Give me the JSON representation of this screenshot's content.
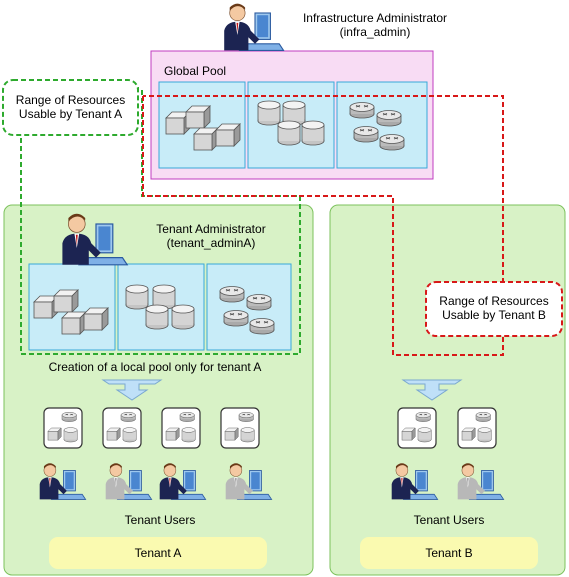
{
  "infra_admin": {
    "title": "Infrastructure Administrator",
    "account": "(infra_admin)"
  },
  "global_pool": {
    "label": "Global Pool"
  },
  "range_a": {
    "line1": "Range of Resources",
    "line2": "Usable by Tenant A"
  },
  "range_b": {
    "line1": "Range of Resources",
    "line2": "Usable by Tenant B"
  },
  "tenant_a": {
    "admin_title": "Tenant Administrator",
    "admin_account": "(tenant_adminA)",
    "local_pool_caption": "Creation of a local pool only for tenant A",
    "users_label": "Tenant Users",
    "name": "Tenant A"
  },
  "tenant_b": {
    "users_label": "Tenant Users",
    "name": "Tenant B"
  },
  "colors": {
    "tenant_panel_fill": "#d8f2c6",
    "tenant_panel_border": "#7cc25c",
    "global_pool_fill": "#f8dcf4",
    "global_pool_border": "#c03cc0",
    "pool_cell_fill": "#c8ecf8",
    "pool_cell_border": "#38a8d8",
    "range_a_dash": "#2eaa2e",
    "range_b_dash": "#d81818",
    "tenant_label_fill": "#fafab0",
    "arrow_fill": "#bfe0f8"
  },
  "icons": [
    "person-at-computer-icon",
    "server-icon",
    "storage-icon",
    "network-switch-icon",
    "resource-set-icon",
    "down-arrow-icon"
  ]
}
